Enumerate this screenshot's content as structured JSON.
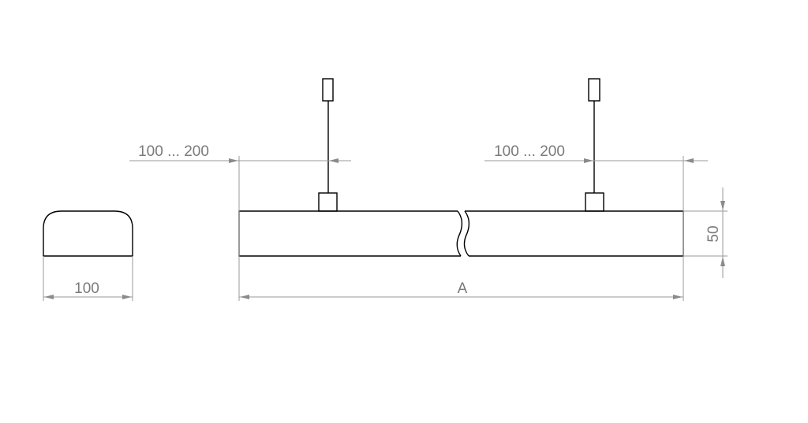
{
  "drawing": {
    "profile_width_label": "100",
    "length_label": "A",
    "height_label": "50",
    "left_suspension_offset_label": "100 ... 200",
    "right_suspension_offset_label": "100 ... 200"
  },
  "colors": {
    "object_line": "#000000",
    "dimension_line": "#9a9a9a",
    "dimension_text": "#7a7a7a"
  }
}
